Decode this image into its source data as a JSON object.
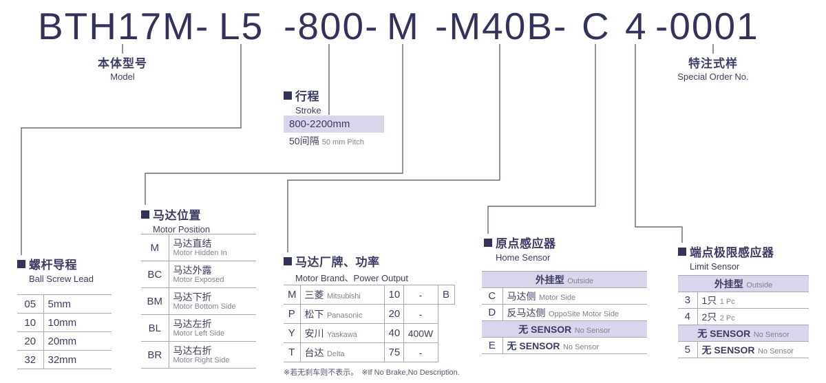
{
  "colors": {
    "ink": "#3c3c63",
    "muted": "#82828f",
    "header_bg": "#d9d5ea",
    "border": "#a6a6b4",
    "line": "#4b4b66"
  },
  "model_code": {
    "segments": [
      "BTH17M-",
      "L5",
      "-800-",
      "M",
      "-M40B-",
      "C",
      "4",
      "-0001"
    ]
  },
  "callouts": {
    "model": {
      "zh": "本体型号",
      "en": "Model"
    },
    "special_order": {
      "zh": "特注式样",
      "en": "Special Order No."
    }
  },
  "stroke": {
    "title_zh": "行程",
    "title_en": "Stroke",
    "range": "800-2200mm",
    "pitch_zh": "50间隔",
    "pitch_en": "50 mm Pitch"
  },
  "ball_screw_lead": {
    "title_zh": "螺杆导程",
    "title_en": "Ball Screw Lead",
    "rows": [
      {
        "code": "05",
        "value": "5mm"
      },
      {
        "code": "10",
        "value": "10mm"
      },
      {
        "code": "20",
        "value": "20mm"
      },
      {
        "code": "32",
        "value": "32mm"
      }
    ]
  },
  "motor_position": {
    "title_zh": "马达位置",
    "title_en": "Motor Position",
    "rows": [
      {
        "code": "M",
        "zh": "马达直结",
        "en": "Motor Hidden In"
      },
      {
        "code": "BC",
        "zh": "马达外露",
        "en": "Motor Exposed"
      },
      {
        "code": "BM",
        "zh": "马达下折",
        "en": "Motor Bottom Side"
      },
      {
        "code": "BL",
        "zh": "马达左折",
        "en": "Motor Left Side"
      },
      {
        "code": "BR",
        "zh": "马达右折",
        "en": "Motor Right Side"
      }
    ]
  },
  "motor_brand": {
    "title_zh": "马达厂牌、功率",
    "title_en": "Motor Brand、Power Output",
    "brake_code": "B",
    "rows": [
      {
        "code": "M",
        "brand_zh": "三菱",
        "brand_en": "Mitsubishi",
        "power_code": "10",
        "power_value": "-"
      },
      {
        "code": "P",
        "brand_zh": "松下",
        "brand_en": "Panasonic",
        "power_code": "20",
        "power_value": "-"
      },
      {
        "code": "Y",
        "brand_zh": "安川",
        "brand_en": "Yaskawa",
        "power_code": "40",
        "power_value": "400W"
      },
      {
        "code": "T",
        "brand_zh": "台达",
        "brand_en": "Delta",
        "power_code": "75",
        "power_value": "-"
      }
    ],
    "note_zh": "※若无刹车则不表示。",
    "note_en": "※If No Brake,No Description."
  },
  "home_sensor": {
    "title_zh": "原点感应器",
    "title_en": "Home Sensor",
    "header_zh": "外挂型",
    "header_en": "Outside",
    "rows": [
      {
        "code": "C",
        "zh": "马达侧",
        "en": "Motor Side"
      },
      {
        "code": "D",
        "zh": "反马达侧",
        "en": "OppoSite Motor Side"
      }
    ],
    "no_sensor_zh": "无 SENSOR",
    "no_sensor_en": "No Sensor",
    "no_sensor_row": {
      "code": "E",
      "zh": "无 SENSOR",
      "en": "No Sensor"
    }
  },
  "limit_sensor": {
    "title_zh": "端点极限感应器",
    "title_en": "Limit Sensor",
    "header_zh": "外挂型",
    "header_en": "Outside",
    "rows": [
      {
        "code": "3",
        "zh": "1只",
        "en": "1 Pc"
      },
      {
        "code": "4",
        "zh": "2只",
        "en": "2 Pc"
      }
    ],
    "no_sensor_zh": "无 SENSOR",
    "no_sensor_en": "No Sensor",
    "no_sensor_row": {
      "code": "5",
      "zh": "无 SENSOR",
      "en": "No Sensor"
    }
  }
}
